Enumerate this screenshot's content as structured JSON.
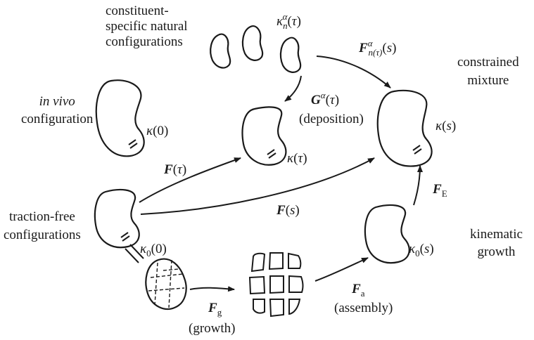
{
  "labels": {
    "constituent_natural": [
      "constituent-",
      "specific natural",
      "configurations"
    ],
    "in_vivo": [
      "in vivo",
      "configuration"
    ],
    "traction_free": [
      "traction-free",
      "configurations"
    ],
    "constrained_mixture": [
      "constrained",
      "mixture"
    ],
    "kinematic_growth": [
      "kinematic",
      "growth"
    ],
    "deposition": "(deposition)",
    "growth": "(growth)",
    "assembly": "(assembly)"
  },
  "symbols": {
    "kappa": "κ",
    "alpha": "α",
    "n": "n",
    "tau": "τ",
    "s": "s",
    "zero": "0",
    "F": "F",
    "G": "G",
    "E": "E",
    "g": "g",
    "a": "a"
  },
  "colors": {
    "ink": "#1a1a1a",
    "background": "#ffffff"
  }
}
